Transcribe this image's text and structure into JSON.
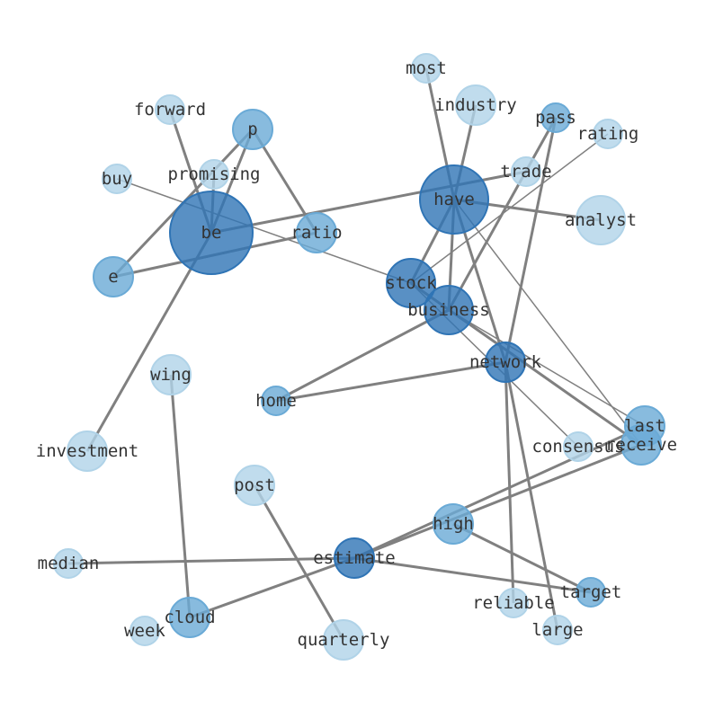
{
  "nodes": [
    {
      "id": "be",
      "label": "be",
      "degree": 7
    },
    {
      "id": "have",
      "label": "have",
      "degree": 8
    },
    {
      "id": "stock",
      "label": "stock",
      "degree": 6
    },
    {
      "id": "business",
      "label": "business",
      "degree": 5
    },
    {
      "id": "network",
      "label": "network",
      "degree": 6
    },
    {
      "id": "estimate",
      "label": "estimate",
      "degree": 5
    },
    {
      "id": "high",
      "label": "high",
      "degree": 3
    },
    {
      "id": "p",
      "label": "p",
      "degree": 3
    },
    {
      "id": "e",
      "label": "e",
      "degree": 2
    },
    {
      "id": "ratio",
      "label": "ratio",
      "degree": 2
    },
    {
      "id": "receive",
      "label": "receive",
      "degree": 3
    },
    {
      "id": "last",
      "label": "last",
      "degree": 2
    },
    {
      "id": "pass",
      "label": "pass",
      "degree": 2
    },
    {
      "id": "target",
      "label": "target",
      "degree": 2
    },
    {
      "id": "home",
      "label": "home",
      "degree": 2
    },
    {
      "id": "forward",
      "label": "forward",
      "degree": 1
    },
    {
      "id": "promising",
      "label": "promising",
      "degree": 1
    },
    {
      "id": "buy",
      "label": "buy",
      "degree": 1
    },
    {
      "id": "most",
      "label": "most",
      "degree": 1
    },
    {
      "id": "industry",
      "label": "industry",
      "degree": 1
    },
    {
      "id": "rating",
      "label": "rating",
      "degree": 1
    },
    {
      "id": "trade",
      "label": "trade",
      "degree": 1
    },
    {
      "id": "analyst",
      "label": "analyst",
      "degree": 1
    },
    {
      "id": "wing",
      "label": "wing",
      "degree": 1
    },
    {
      "id": "investment",
      "label": "investment",
      "degree": 1
    },
    {
      "id": "consensus",
      "label": "consensus",
      "degree": 1
    },
    {
      "id": "post",
      "label": "post",
      "degree": 1
    },
    {
      "id": "median",
      "label": "median",
      "degree": 1
    },
    {
      "id": "cloud",
      "label": "cloud",
      "degree": 2
    },
    {
      "id": "week",
      "label": "week",
      "degree": 0
    },
    {
      "id": "quarterly",
      "label": "quarterly",
      "degree": 1
    },
    {
      "id": "reliable",
      "label": "reliable",
      "degree": 1
    },
    {
      "id": "large",
      "label": "large",
      "degree": 1
    }
  ],
  "edges": [
    [
      "be",
      "forward",
      3
    ],
    [
      "be",
      "promising",
      3
    ],
    [
      "be",
      "p",
      3
    ],
    [
      "be",
      "trade",
      3
    ],
    [
      "be",
      "investment",
      3
    ],
    [
      "e",
      "p",
      3
    ],
    [
      "e",
      "ratio",
      3
    ],
    [
      "p",
      "ratio",
      3
    ],
    [
      "buy",
      "stock",
      1.5
    ],
    [
      "stock",
      "rating",
      1.5
    ],
    [
      "stock",
      "consensus",
      1.5
    ],
    [
      "stock",
      "receive",
      3
    ],
    [
      "have",
      "most",
      3
    ],
    [
      "have",
      "industry",
      3
    ],
    [
      "have",
      "analyst",
      3
    ],
    [
      "have",
      "stock",
      3
    ],
    [
      "have",
      "business",
      3
    ],
    [
      "have",
      "network",
      3
    ],
    [
      "have",
      "receive",
      1.5
    ],
    [
      "pass",
      "business",
      3
    ],
    [
      "pass",
      "network",
      3
    ],
    [
      "business",
      "home",
      3
    ],
    [
      "network",
      "home",
      3
    ],
    [
      "business",
      "last",
      1.5
    ],
    [
      "network",
      "reliable",
      3
    ],
    [
      "network",
      "large",
      3
    ],
    [
      "estimate",
      "median",
      3
    ],
    [
      "estimate",
      "cloud",
      3
    ],
    [
      "estimate",
      "target",
      3
    ],
    [
      "estimate",
      "receive",
      3
    ],
    [
      "estimate",
      "last",
      3
    ],
    [
      "high",
      "target",
      3
    ],
    [
      "wing",
      "cloud",
      3
    ],
    [
      "post",
      "quarterly",
      3
    ]
  ],
  "colors": {
    "edge": "#808080",
    "high": "#2f74b5",
    "mid": "#6aaad6",
    "low": "#b0d3e8"
  }
}
